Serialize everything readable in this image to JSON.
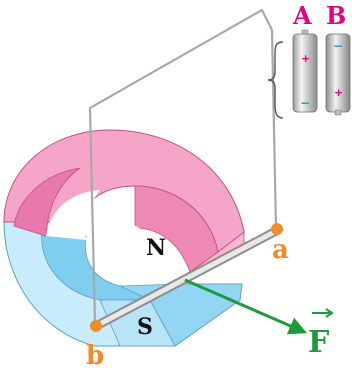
{
  "battery_a": {
    "label": "A",
    "top_sign": "+",
    "bottom_sign": "−"
  },
  "battery_b": {
    "label": "B",
    "top_sign": "−",
    "bottom_sign": "+"
  },
  "terminal_a": {
    "label": "a"
  },
  "terminal_b": {
    "label": "b"
  },
  "pole_north": {
    "label": "N"
  },
  "pole_south": {
    "label": "S"
  },
  "force": {
    "label": "F",
    "color": "#1e9a3c"
  },
  "colors": {
    "north_pole": "#f29ac2",
    "south_pole": "#a9def5",
    "wire": "#a8a8a8",
    "terminal": "#f08c2a",
    "label_pink": "#e6007e"
  }
}
